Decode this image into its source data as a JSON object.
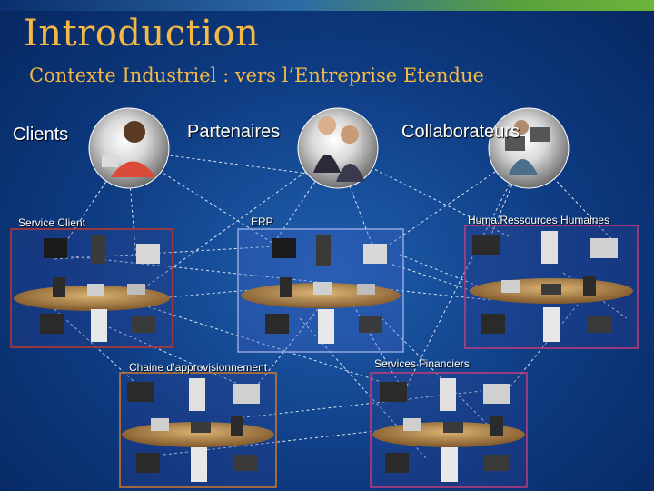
{
  "title": "Introduction",
  "subtitle": "Contexte Industriel : vers l’Entreprise Etendue",
  "labels": {
    "clients": "Clients",
    "partenaires": "Partenaires",
    "collaborateurs": "Collaborateurs",
    "service_client": "Service Client",
    "erp": "ERP",
    "rh": "Huma.Ressources Humaines",
    "chaine": "Chaine d’approvisionnement",
    "financiers": "Services Financiers"
  },
  "colors": {
    "title": "#f5b944",
    "service_client_border": "#c0392b",
    "erp_border": "#8fa8e0",
    "rh_border": "#c43a7a",
    "chaine_border": "#d07a2a",
    "financiers_border": "#c43a7a"
  }
}
